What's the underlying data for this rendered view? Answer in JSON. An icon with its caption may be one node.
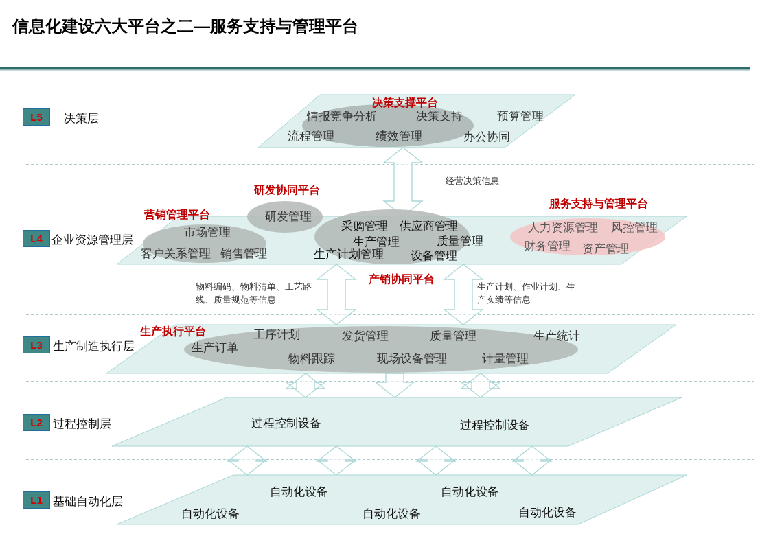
{
  "diagram": {
    "title": "信息化建设六大平台之二—服务支持与管理平台",
    "nodes": [
      {
        "text": [
          "L5"
        ],
        "beside": [
          "决策层"
        ]
      },
      {
        "text": [],
        "shape": "parallelogram"
      },
      {
        "text": [
          "决策支撑平台",
          "情报竞争分析",
          "决策支持",
          "预算管理",
          "流程管理",
          "绩效管理",
          "办公协同"
        ],
        "in": 1
      },
      {
        "text": [
          "研发协同平台",
          "研发管理"
        ]
      },
      {
        "text": [
          "L4"
        ],
        "beside": [
          "企业资源管理层"
        ]
      },
      {
        "text": [],
        "shape": "parallelogram"
      },
      {
        "text": [
          "营销管理平台",
          "市场管理",
          "客户关系管理",
          "销售管理"
        ]
      },
      {
        "text": [
          "产销协同平台",
          "采购管理",
          "供应商管理",
          "生产管理",
          "质量管理",
          "生产计划管理",
          "设备管理"
        ]
      },
      {
        "text": [
          "服务支持与管理平台",
          "人力资源管理",
          "风控管理",
          "财务管理",
          "资产管理"
        ]
      },
      {
        "text": [
          "L3"
        ],
        "beside": [
          "生产制造执行层"
        ]
      },
      {
        "text": [],
        "shape": "parallelogram"
      },
      {
        "text": [
          "生产执行平台",
          "工序计划",
          "发货管理",
          "质量管理",
          "生产统计",
          "生产订单",
          "物料跟踪",
          "现场设备管理",
          "计量管理"
        ],
        "in": 10
      },
      {
        "text": [
          "L2"
        ],
        "beside": [
          "过程控制层"
        ]
      },
      {
        "text": [
          "过程控制设备",
          "过程控制设备"
        ]
      },
      {
        "text": [
          "L1"
        ],
        "beside": [
          "基础自动化层"
        ]
      },
      {
        "text": [
          "自动化设备",
          "自动化设备",
          "自动化设备",
          "自动化设备",
          "自动化设备"
        ]
      }
    ],
    "edges": [
      {
        "from": 1,
        "to": 5,
        "arrow": "both",
        "label": "经营决策信息"
      },
      {
        "from": 5,
        "to": 10,
        "arrow": "both",
        "label": "物料编码、物料清单、工艺路线、质量规范等信息"
      },
      {
        "from": 5,
        "to": 10,
        "arrow": "both",
        "label": "生产计划、作业计划、生产实绩等信息"
      },
      {
        "from": 10,
        "to": 13,
        "arrow": "both"
      },
      {
        "from": 10,
        "to": 13,
        "arrow": "to"
      },
      {
        "from": 10,
        "to": 13,
        "arrow": "both"
      },
      {
        "from": 13,
        "to": 15,
        "arrow": "both"
      },
      {
        "from": 13,
        "to": 15,
        "arrow": "both"
      },
      {
        "from": 13,
        "to": 15,
        "arrow": "both"
      },
      {
        "from": 13,
        "to": 15,
        "arrow": "both"
      }
    ]
  }
}
